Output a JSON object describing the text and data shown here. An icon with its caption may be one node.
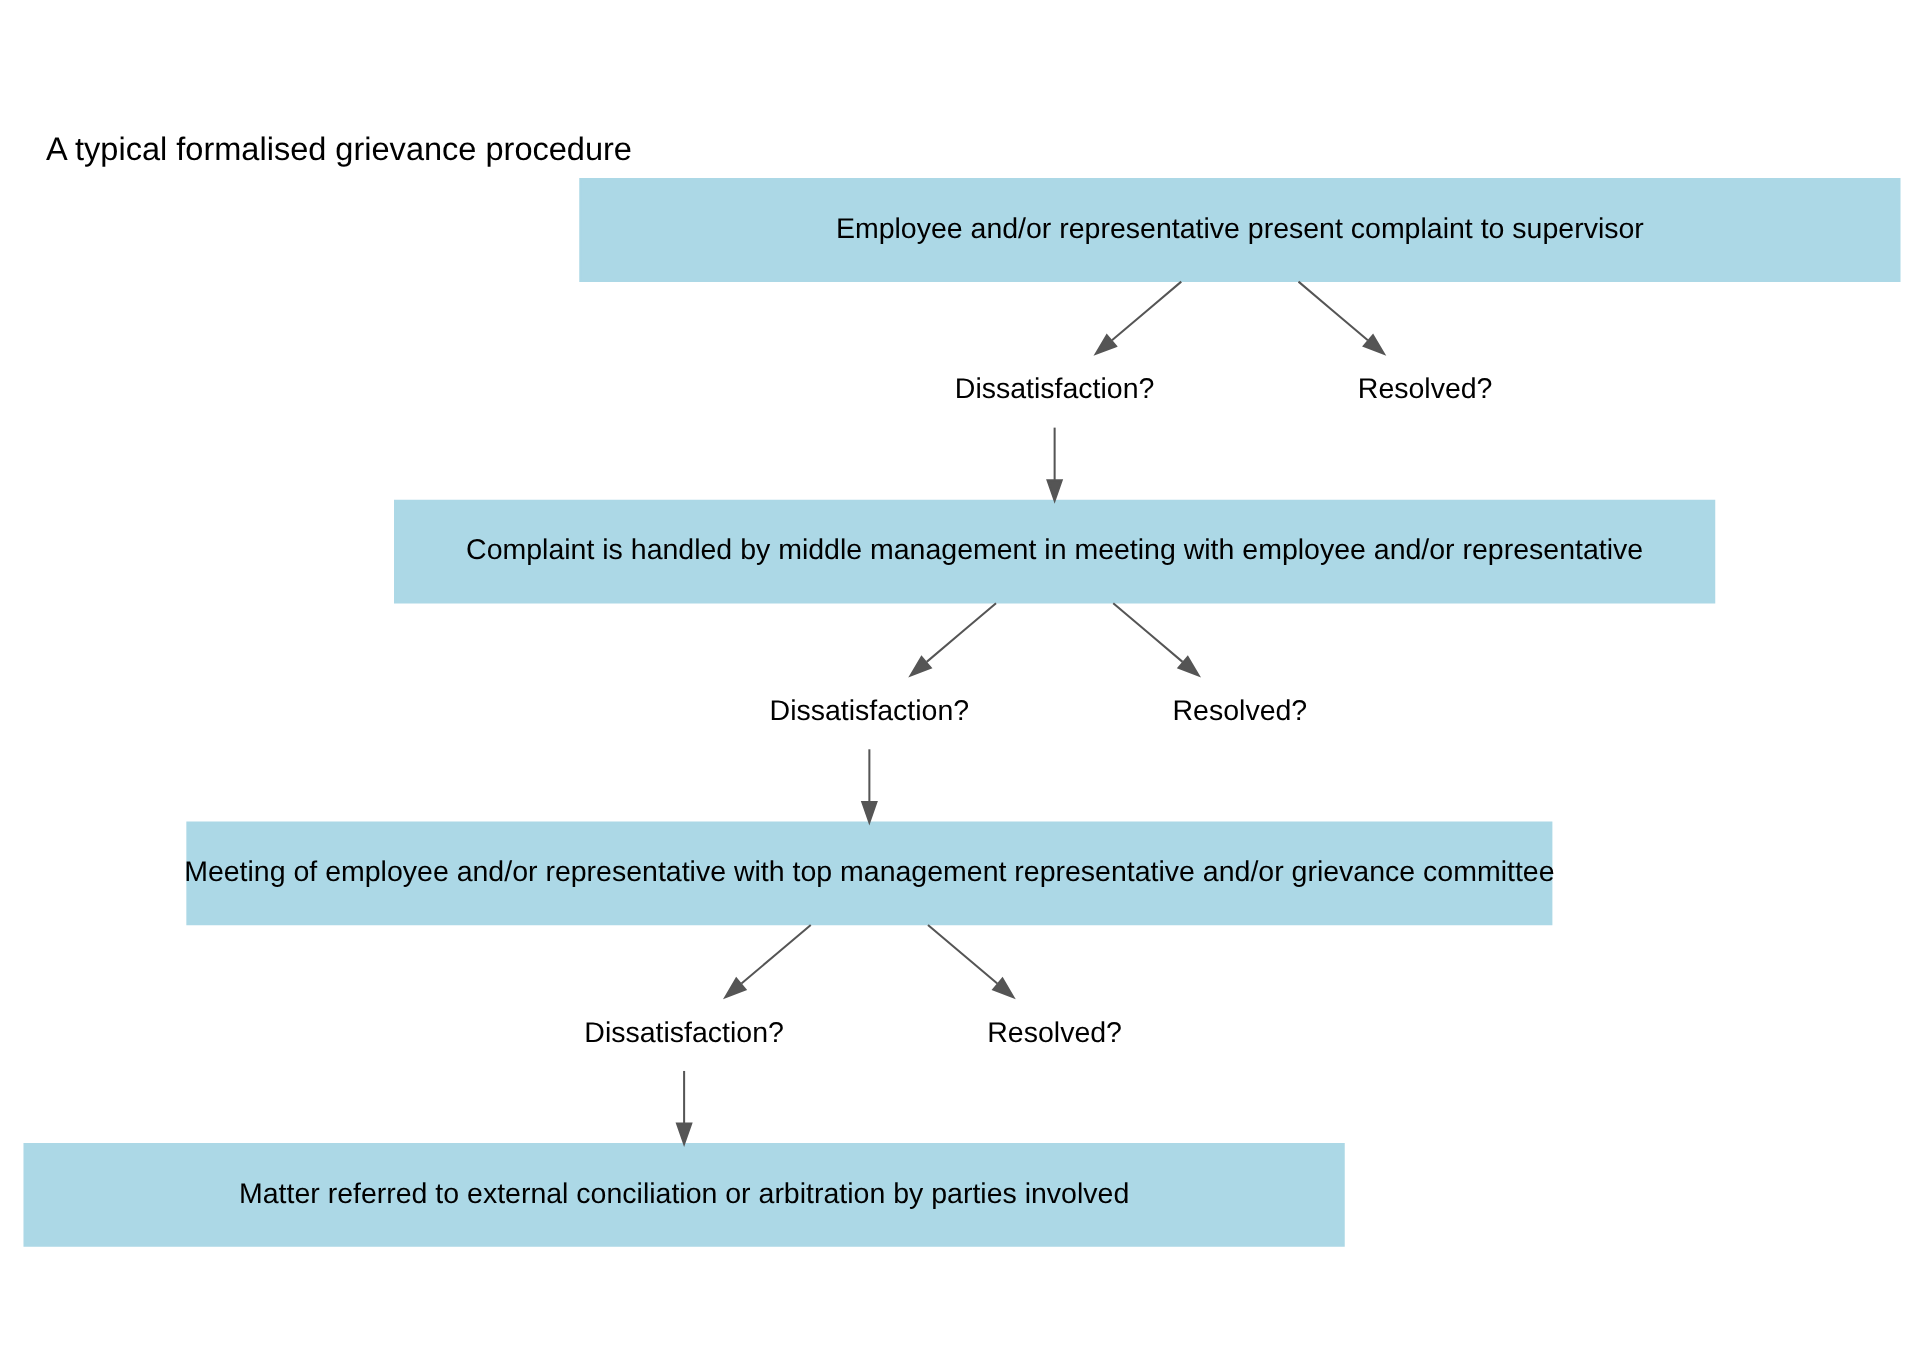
{
  "diagram": {
    "title": "A typical formalised grievance procedure",
    "nodes": [
      {
        "text": [
          "Employee and/or representative present complaint to supervisor"
        ]
      },
      {
        "text": [
          "Dissatisfaction?"
        ]
      },
      {
        "text": [
          "Resolved?"
        ]
      },
      {
        "text": [
          "Complaint is handled by middle management in meeting with employee and/or representative"
        ]
      },
      {
        "text": [
          "Dissatisfaction?"
        ]
      },
      {
        "text": [
          "Resolved?"
        ]
      },
      {
        "text": [
          "Meeting of employee and/or representative with top management representative and/or grievance committee"
        ]
      },
      {
        "text": [
          "Dissatisfaction?"
        ]
      },
      {
        "text": [
          "Resolved?"
        ]
      },
      {
        "text": [
          "Matter referred to external conciliation or arbitration by parties involved"
        ]
      }
    ],
    "edges": [
      {
        "from": 0,
        "to": 1,
        "arrow": "to"
      },
      {
        "from": 0,
        "to": 2,
        "arrow": "to"
      },
      {
        "from": 1,
        "to": 3,
        "arrow": "to"
      },
      {
        "from": 3,
        "to": 4,
        "arrow": "to"
      },
      {
        "from": 3,
        "to": 5,
        "arrow": "to"
      },
      {
        "from": 4,
        "to": 6,
        "arrow": "to"
      },
      {
        "from": 6,
        "to": 7,
        "arrow": "to"
      },
      {
        "from": 6,
        "to": 8,
        "arrow": "to"
      },
      {
        "from": 7,
        "to": 9,
        "arrow": "to"
      }
    ]
  }
}
